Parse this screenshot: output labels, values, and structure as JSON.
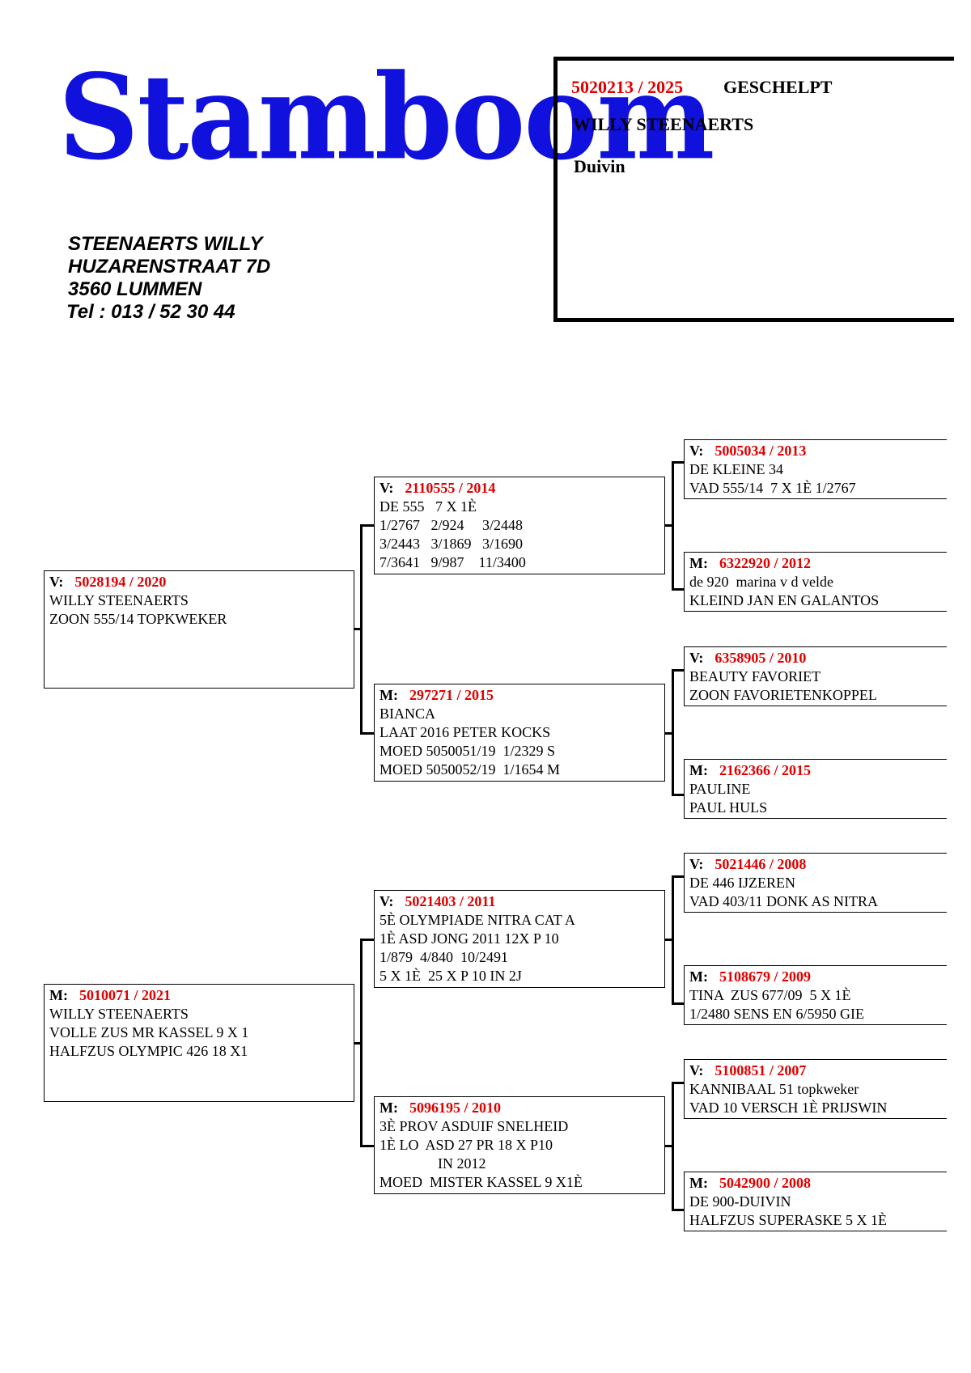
{
  "logo": {
    "text": "Stamboom",
    "color": "#1111dd"
  },
  "address": {
    "name": "STEENAERTS WILLY",
    "street": "HUZARENSTRAAT 7D",
    "city": "3560 LUMMEN",
    "tel_label": "Tel : ",
    "tel": "013 / 52 30 44"
  },
  "header": {
    "ring": "5020213 / 2025",
    "color_label": "GESCHELPT",
    "owner": "WILLY STEENAERTS",
    "gender": "Duivin"
  },
  "pedigree": {
    "father": {
      "label": "V:",
      "ring": "5028194 / 2020",
      "lines": [
        "WILLY STEENAERTS",
        "ZOON 555/14 TOPKWEKER"
      ]
    },
    "mother": {
      "label": "M:",
      "ring": "5010071 / 2021",
      "lines": [
        "WILLY STEENAERTS",
        "VOLLE ZUS MR KASSEL 9 X 1",
        "HALFZUS OLYMPIC 426 18 X1"
      ]
    },
    "ff": {
      "label": "V:",
      "ring": "2110555 / 2014",
      "lines": [
        "DE 555   7 X 1È",
        "1/2767   2/924     3/2448",
        "3/2443   3/1869   3/1690",
        "7/3641   9/987    11/3400"
      ]
    },
    "fm": {
      "label": "M:",
      "ring": "297271 / 2015",
      "lines": [
        "BIANCA",
        "LAAT 2016 PETER KOCKS",
        "MOED 5050051/19  1/2329 S",
        "MOED 5050052/19  1/1654 M"
      ]
    },
    "mf": {
      "label": "V:",
      "ring": "5021403 / 2011",
      "lines": [
        "5È OLYMPIADE NITRA CAT A",
        "1È ASD JONG 2011 12X P 10",
        "1/879  4/840  10/2491",
        "5 X 1È  25 X P 10 IN 2J"
      ]
    },
    "mm": {
      "label": "M:",
      "ring": "5096195 / 2010",
      "lines": [
        "3È PROV ASDUIF SNELHEID",
        "1È LO  ASD 27 PR 18 X P10",
        "                IN 2012",
        "MOED  MISTER KASSEL 9 X1È"
      ]
    },
    "fff": {
      "label": "V:",
      "ring": "5005034 / 2013",
      "lines": [
        "DE KLEINE 34",
        "VAD 555/14  7 X 1È 1/2767"
      ]
    },
    "ffm": {
      "label": "M:",
      "ring": "6322920 / 2012",
      "lines": [
        "de 920  marina v d velde",
        "KLEIND JAN EN GALANTOS"
      ]
    },
    "fmf": {
      "label": "V:",
      "ring": "6358905 / 2010",
      "lines": [
        "BEAUTY FAVORIET",
        "ZOON FAVORIETENKOPPEL"
      ]
    },
    "fmm": {
      "label": "M:",
      "ring": "2162366 / 2015",
      "lines": [
        "PAULINE",
        "PAUL HULS"
      ]
    },
    "mff": {
      "label": "V:",
      "ring": "5021446 / 2008",
      "lines": [
        "DE 446 IJZEREN",
        "VAD 403/11 DONK AS NITRA"
      ]
    },
    "mfm": {
      "label": "M:",
      "ring": "5108679 / 2009",
      "lines": [
        "TINA  ZUS 677/09  5 X 1È",
        "1/2480 SENS EN 6/5950 GIE"
      ]
    },
    "mmf": {
      "label": "V:",
      "ring": "5100851 / 2007",
      "lines": [
        "KANNIBAAL 51 topkweker",
        "VAD 10 VERSCH 1È PRIJSWIN"
      ]
    },
    "mmm": {
      "label": "M:",
      "ring": "5042900 / 2008",
      "lines": [
        "DE 900-DUIVIN",
        "HALFZUS SUPERASKE 5 X 1È"
      ]
    }
  }
}
